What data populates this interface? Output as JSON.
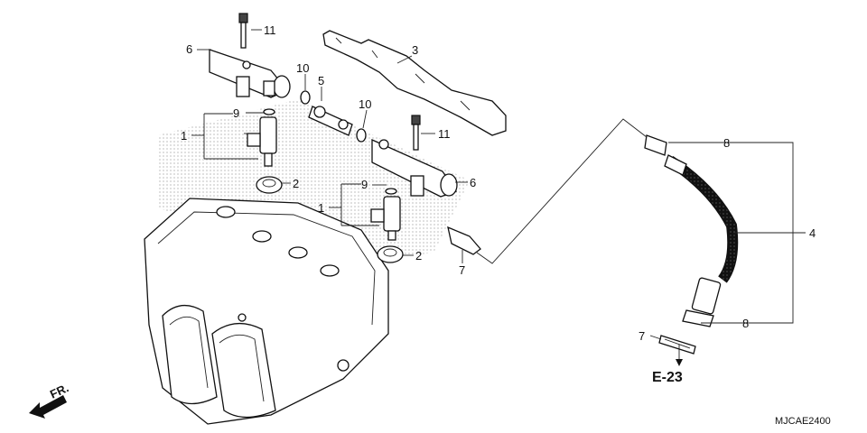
{
  "diagram": {
    "callouts": {
      "c1a": "1",
      "c1b": "1",
      "c2a": "2",
      "c2b": "2",
      "c3": "3",
      "c4": "4",
      "c5": "5",
      "c6a": "6",
      "c6b": "6",
      "c7a": "7",
      "c7b": "7",
      "c8a": "8",
      "c8b": "8",
      "c9a": "9",
      "c9b": "9",
      "c10a": "10",
      "c10b": "10",
      "c11a": "11",
      "c11b": "11"
    },
    "reference": "E-23",
    "direction": "FR.",
    "diagram_code": "MJCAE2400"
  }
}
